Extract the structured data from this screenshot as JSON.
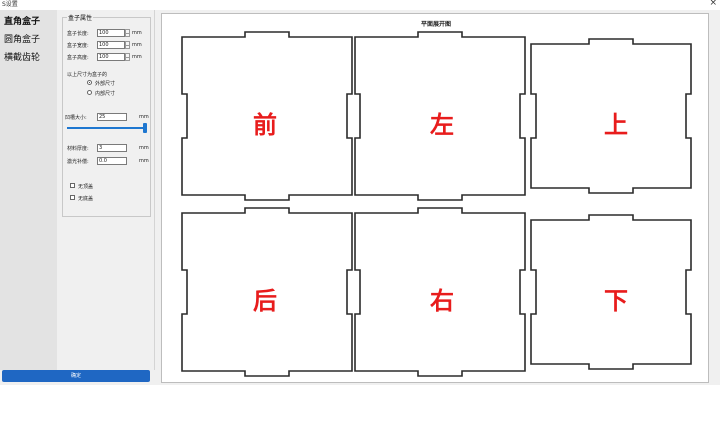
{
  "window": {
    "title": "S设置",
    "close_glyph": "×"
  },
  "sidebar": {
    "items": [
      {
        "label": "直角盒子",
        "active": true
      },
      {
        "label": "圆角盒子",
        "active": false
      },
      {
        "label": "横截齿轮",
        "active": false
      }
    ]
  },
  "params": {
    "group_title": "盒子属性",
    "length_label": "盒子长度:",
    "length_value": "100",
    "width_label": "盒子宽度:",
    "width_value": "100",
    "height_label": "盒子高度:",
    "height_value": "100",
    "unit": "mm",
    "size_mode_label": "以上尺寸为盒子的",
    "outer_label": "外部尺寸",
    "inner_label": "内部尺寸",
    "outer_selected": true,
    "notch_label": "凹槽大小:",
    "notch_value": "25",
    "notch_slider_fraction": 1.0,
    "thickness_label": "材料厚度:",
    "thickness_value": "3",
    "gap_label": "激光补偿:",
    "gap_value": "0.0",
    "no_top_label": "无顶盖",
    "no_bottom_label": "无底盖"
  },
  "actions": {
    "ok_label": "确定"
  },
  "canvas": {
    "title": "平面展开图",
    "faces": [
      "前",
      "左",
      "上",
      "后",
      "右",
      "下"
    ]
  },
  "colors": {
    "face_label": "#e81c1c",
    "button": "#1f67c3",
    "slider": "#1e77d0"
  }
}
